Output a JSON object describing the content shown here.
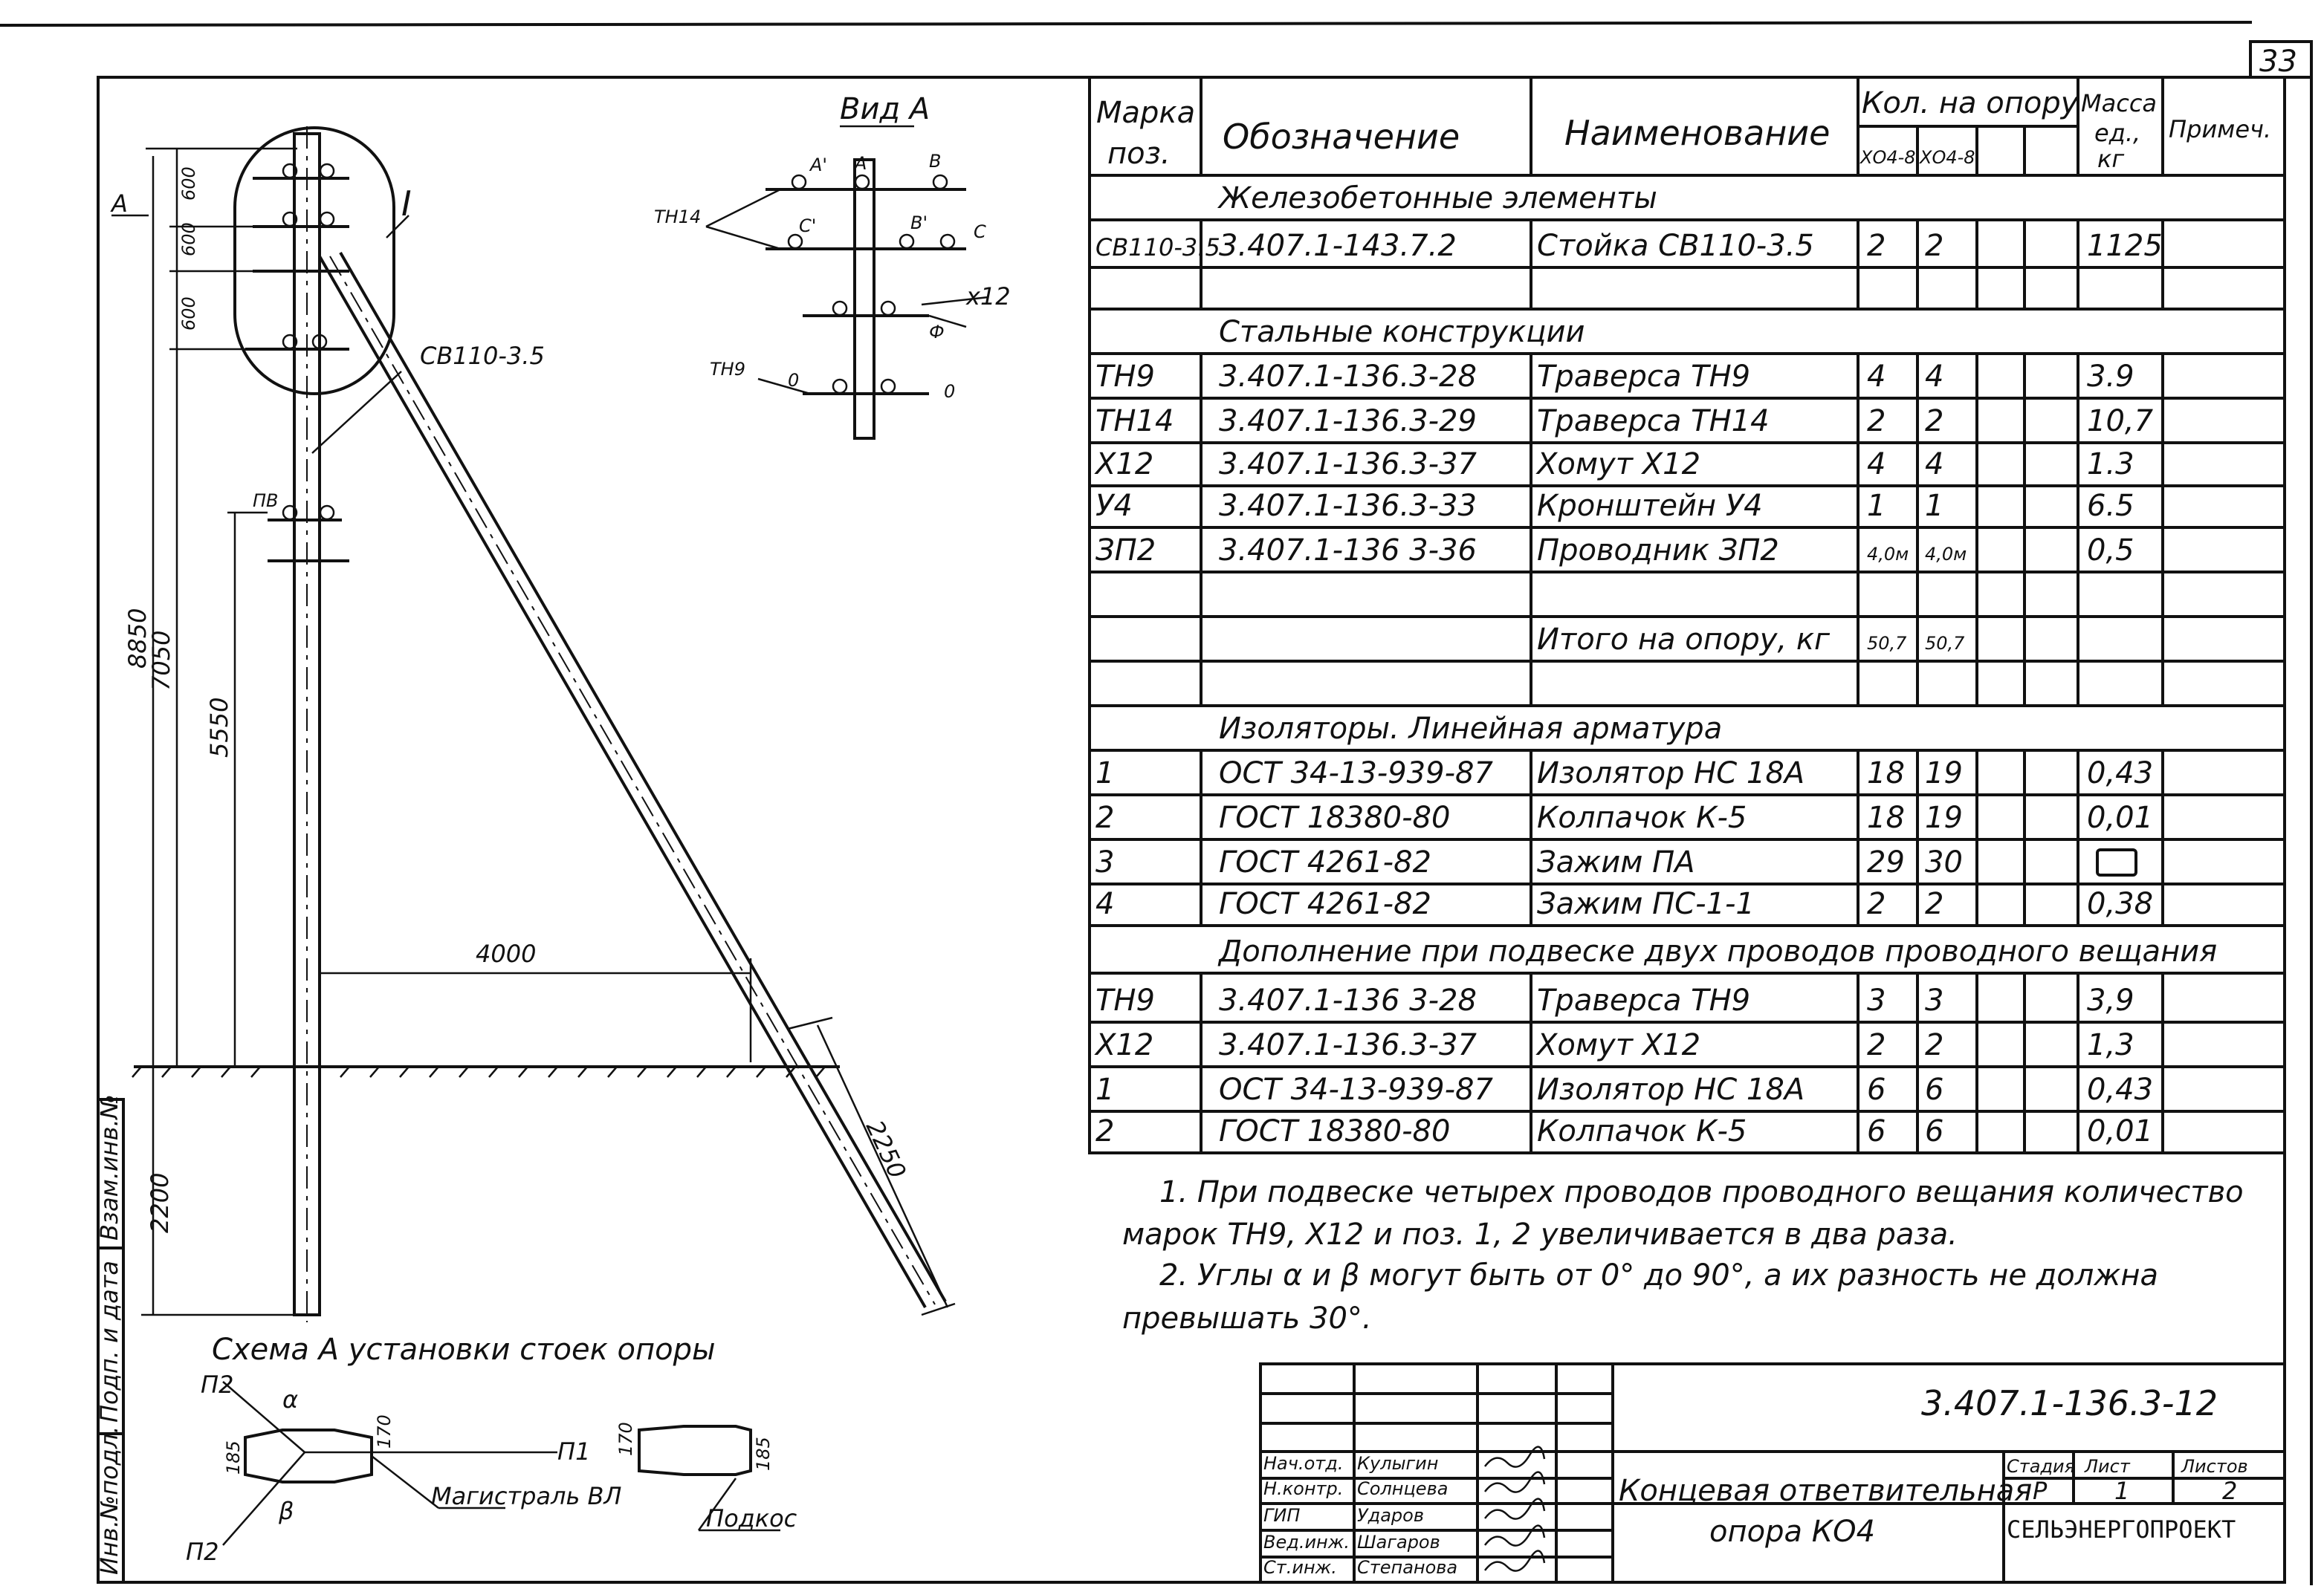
{
  "page_number": "33",
  "side_strip": {
    "replace": "Взам.инв.№",
    "sign_date": "Подп. и дата",
    "inv": "Инв.№подл."
  },
  "drawing": {
    "view_title": "Вид А",
    "callout": "I",
    "view_marker": "А",
    "pole_label": "СВ110-3.5",
    "pv_label": "ПВ",
    "view_labels": {
      "tn14": "ТН14",
      "tn9": "ТН9",
      "x12": "х12",
      "a1": "А'",
      "a": "А",
      "b": "В",
      "c1": "С'",
      "b1": "В'",
      "c": "С",
      "f": "Ф",
      "o1": "0",
      "o2": "0"
    },
    "dims": {
      "d8850": "8850",
      "d7050": "7050",
      "d5550": "5550",
      "d2200": "2200",
      "d600a": "600",
      "d600b": "600",
      "d600c": "600",
      "d4000": "4000",
      "d2250": "2250"
    },
    "scheme": {
      "title": "Схема А установки стоек опоры",
      "main_line": "Магистраль ВЛ",
      "brace": "Подкос",
      "p1": "П1",
      "p2a": "П2",
      "p2b": "П2",
      "alpha": "α",
      "beta": "β",
      "d185a": "185",
      "d170a": "170",
      "d170b": "170",
      "d185b": "185"
    }
  },
  "table": {
    "headers": {
      "mark": "Марка поз.",
      "mark1": "Марка",
      "mark2": "поз.",
      "designation": "Обозначение",
      "name": "Наименование",
      "qty": "Кол. на опору",
      "qty_a": "ХО4-8",
      "qty_b": "ХО4-8",
      "mass1": "Масса",
      "mass2": "ед.,",
      "mass3": "кг",
      "note": "Примеч."
    },
    "rows": [
      {
        "section": "Железобетонные элементы"
      },
      {
        "mark": "СВ110-3.5",
        "designation": "3.407.1-143.7.2",
        "name": "Стойка СВ110-3.5",
        "q1": "2",
        "q2": "2",
        "mass": "1125"
      },
      {},
      {
        "section": "Стальные конструкции"
      },
      {
        "mark": "ТН9",
        "designation": "3.407.1-136.3-28",
        "name": "Траверса ТН9",
        "q1": "4",
        "q2": "4",
        "mass": "3.9"
      },
      {
        "mark": "ТН14",
        "designation": "3.407.1-136.3-29",
        "name": "Траверса ТН14",
        "q1": "2",
        "q2": "2",
        "mass": "10,7"
      },
      {
        "mark": "Х12",
        "designation": "3.407.1-136.3-37",
        "name": "Хомут Х12",
        "q1": "4",
        "q2": "4",
        "mass": "1.3"
      },
      {
        "mark": "У4",
        "designation": "3.407.1-136.3-33",
        "name": "Кронштейн У4",
        "q1": "1",
        "q2": "1",
        "mass": "6.5"
      },
      {
        "mark": "ЗП2",
        "designation": "3.407.1-136 3-36",
        "name": "Проводник ЗП2",
        "q1": "4,0м",
        "q2": "4,0м",
        "mass": "0,5"
      },
      {},
      {
        "name": "Итого на опору, кг",
        "q1": "50,7",
        "q2": "50,7"
      },
      {},
      {
        "section": "Изоляторы. Линейная арматура"
      },
      {
        "mark": "1",
        "designation": "ОСТ 34-13-939-87",
        "name": "Изолятор НС 18А",
        "q1": "18",
        "q2": "19",
        "mass": "0,43"
      },
      {
        "mark": "2",
        "designation": "ГОСТ 18380-80",
        "name": "Колпачок К-5",
        "q1": "18",
        "q2": "19",
        "mass": "0,01"
      },
      {
        "mark": "3",
        "designation": "ГОСТ 4261-82",
        "name": "Зажим ПА",
        "q1": "29",
        "q2": "30",
        "mass_box": true
      },
      {
        "mark": "4",
        "designation": "ГОСТ 4261-82",
        "name": "Зажим ПС-1-1",
        "q1": "2",
        "q2": "2",
        "mass": "0,38"
      },
      {
        "section": "Дополнение при подвеске двух проводов проводного вещания"
      },
      {
        "mark": "ТН9",
        "designation": "3.407.1-136 3-28",
        "name": "Траверса ТН9",
        "q1": "3",
        "q2": "3",
        "mass": "3,9"
      },
      {
        "mark": "Х12",
        "designation": "3.407.1-136.3-37",
        "name": "Хомут Х12",
        "q1": "2",
        "q2": "2",
        "mass": "1,3"
      },
      {
        "mark": "1",
        "designation": "ОСТ 34-13-939-87",
        "name": "Изолятор НС 18А",
        "q1": "6",
        "q2": "6",
        "mass": "0,43"
      },
      {
        "mark": "2",
        "designation": "ГОСТ 18380-80",
        "name": "Колпачок К-5",
        "q1": "6",
        "q2": "6",
        "mass": "0,01"
      }
    ]
  },
  "notes": [
    "1. При подвеске четырех проводов проводного вещания количество",
    "марок ТН9, Х12 и поз. 1, 2 увеличивается в два раза.",
    "2. Углы α и β могут быть от 0° до 90°, а их разность не должна",
    "превышать 30°."
  ],
  "title_block": {
    "code": "3.407.1-136.3-12",
    "title_line1": "Концевая ответвительная",
    "title_line2": "опора КО4",
    "stage_label": "Стадия",
    "sheet_label": "Лист",
    "sheets_label": "Листов",
    "stage": "Р",
    "sheet": "1",
    "sheets": "2",
    "org": "СЕЛЬЭНЕРГОПРОЕКТ",
    "people": [
      {
        "role": "Нач.отд.",
        "name": "Кулыгин"
      },
      {
        "role": "Н.контр.",
        "name": "Солнцева"
      },
      {
        "role": "ГИП",
        "name": "Ударов"
      },
      {
        "role": "Вед.инж.",
        "name": "Шагаров"
      },
      {
        "role": "Ст.инж.",
        "name": "Степанова"
      }
    ]
  }
}
